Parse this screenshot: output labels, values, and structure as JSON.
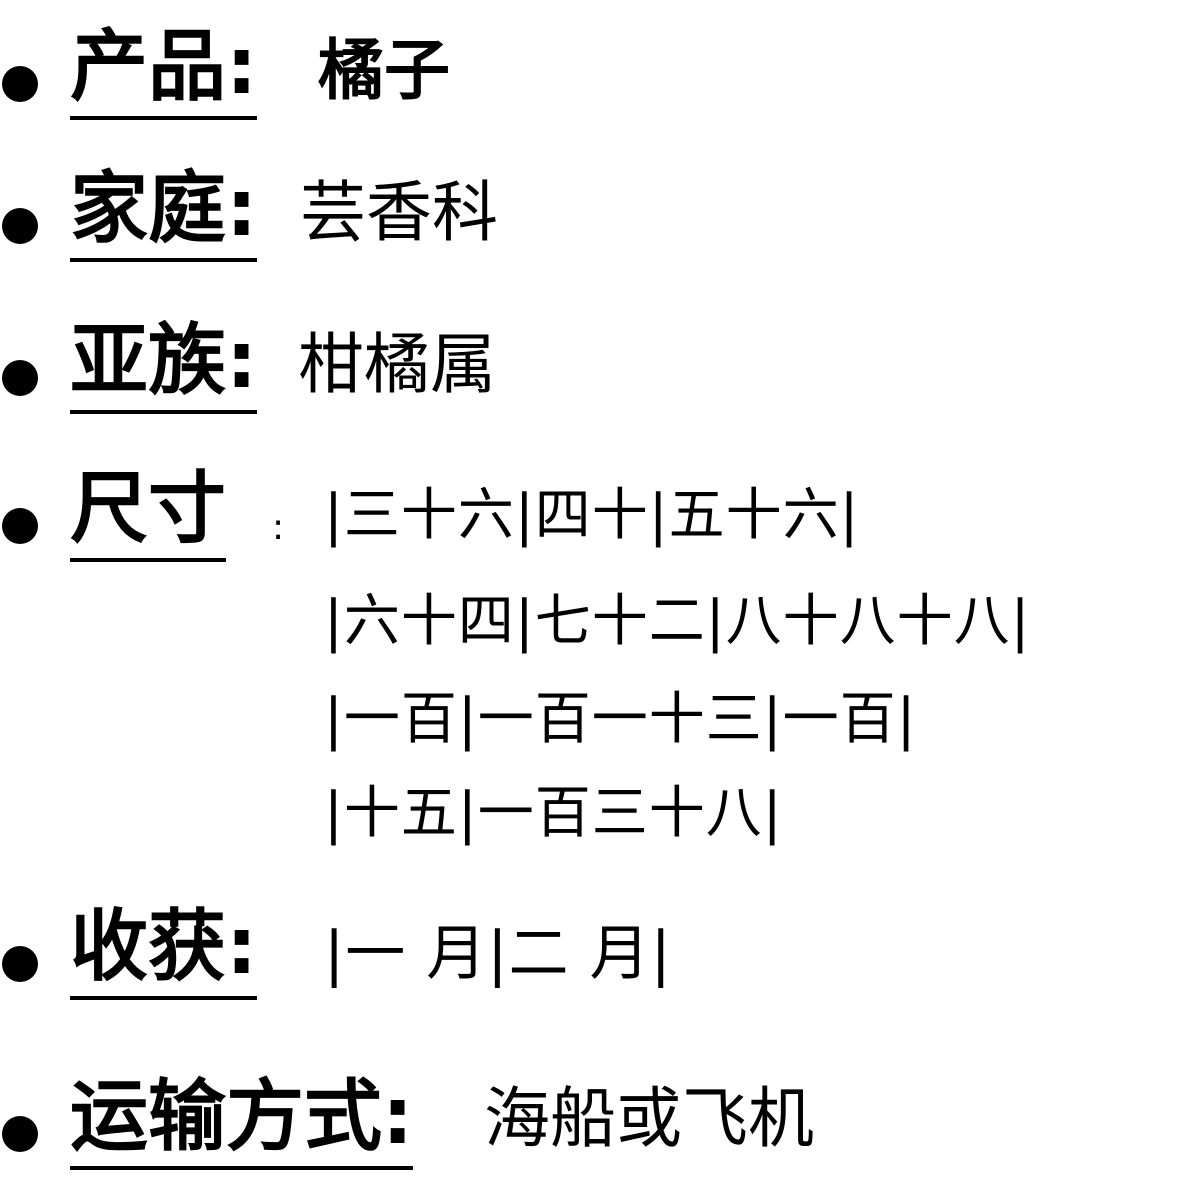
{
  "items": [
    {
      "label": "产品:",
      "value": "橘子"
    },
    {
      "label": "家庭:",
      "value": "芸香科"
    },
    {
      "label": "亚族:",
      "value": "柑橘属"
    },
    {
      "label": "尺寸",
      "colon": ":",
      "lines": [
        "|三十六|四十|五十六|",
        "|六十四|七十二|八十八十八|",
        "|一百|一百一十三|一百|",
        "|十五|一百三十八|"
      ]
    },
    {
      "label": "收获:",
      "value": "|一 月|二 月|"
    },
    {
      "label": "运输方式:",
      "value": "海船或飞机"
    }
  ]
}
